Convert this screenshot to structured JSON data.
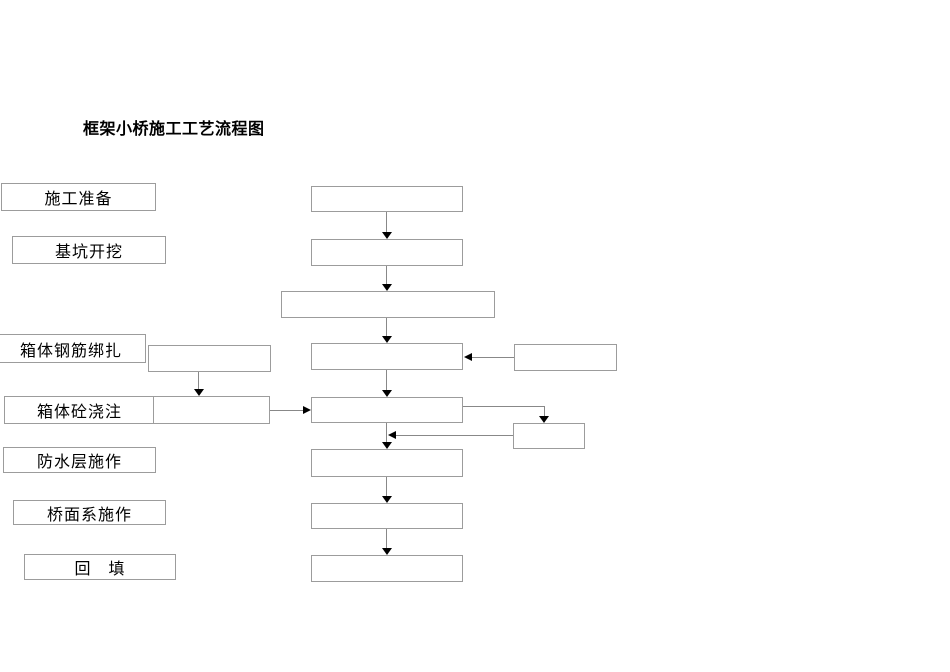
{
  "title": "框架小桥施工工艺流程图",
  "steps": {
    "preparation": "施工准备",
    "excavation": "基坑开挖",
    "rebar_binding": "箱体钢筋绑扎",
    "concrete_pouring": "箱体砼浇注",
    "waterproofing": "防水层施作",
    "bridge_deck": "桥面系施作",
    "backfill": "回　填"
  },
  "colors": {
    "page_background": "#ffffff",
    "box_border": "#9c9c9c",
    "connector_line": "#888888",
    "arrowhead": "#000000",
    "text": "#000000"
  }
}
